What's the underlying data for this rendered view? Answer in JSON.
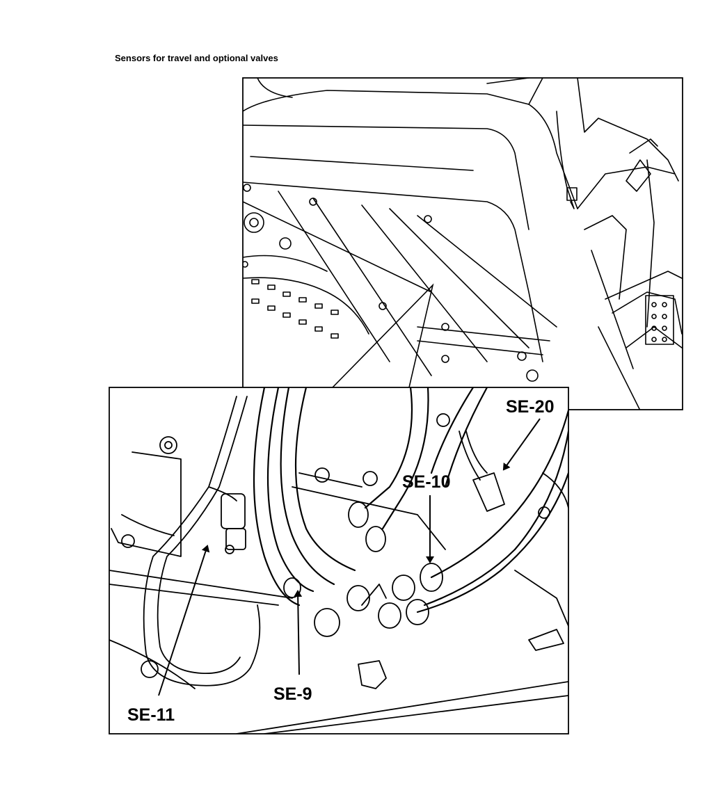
{
  "caption": "Sensors for travel and optional valves",
  "callouts": {
    "se20": "SE-20",
    "se10": "SE-10",
    "se11": "SE-11",
    "se9": "SE-9"
  },
  "colors": {
    "ink": "#000000",
    "paper": "#ffffff"
  }
}
